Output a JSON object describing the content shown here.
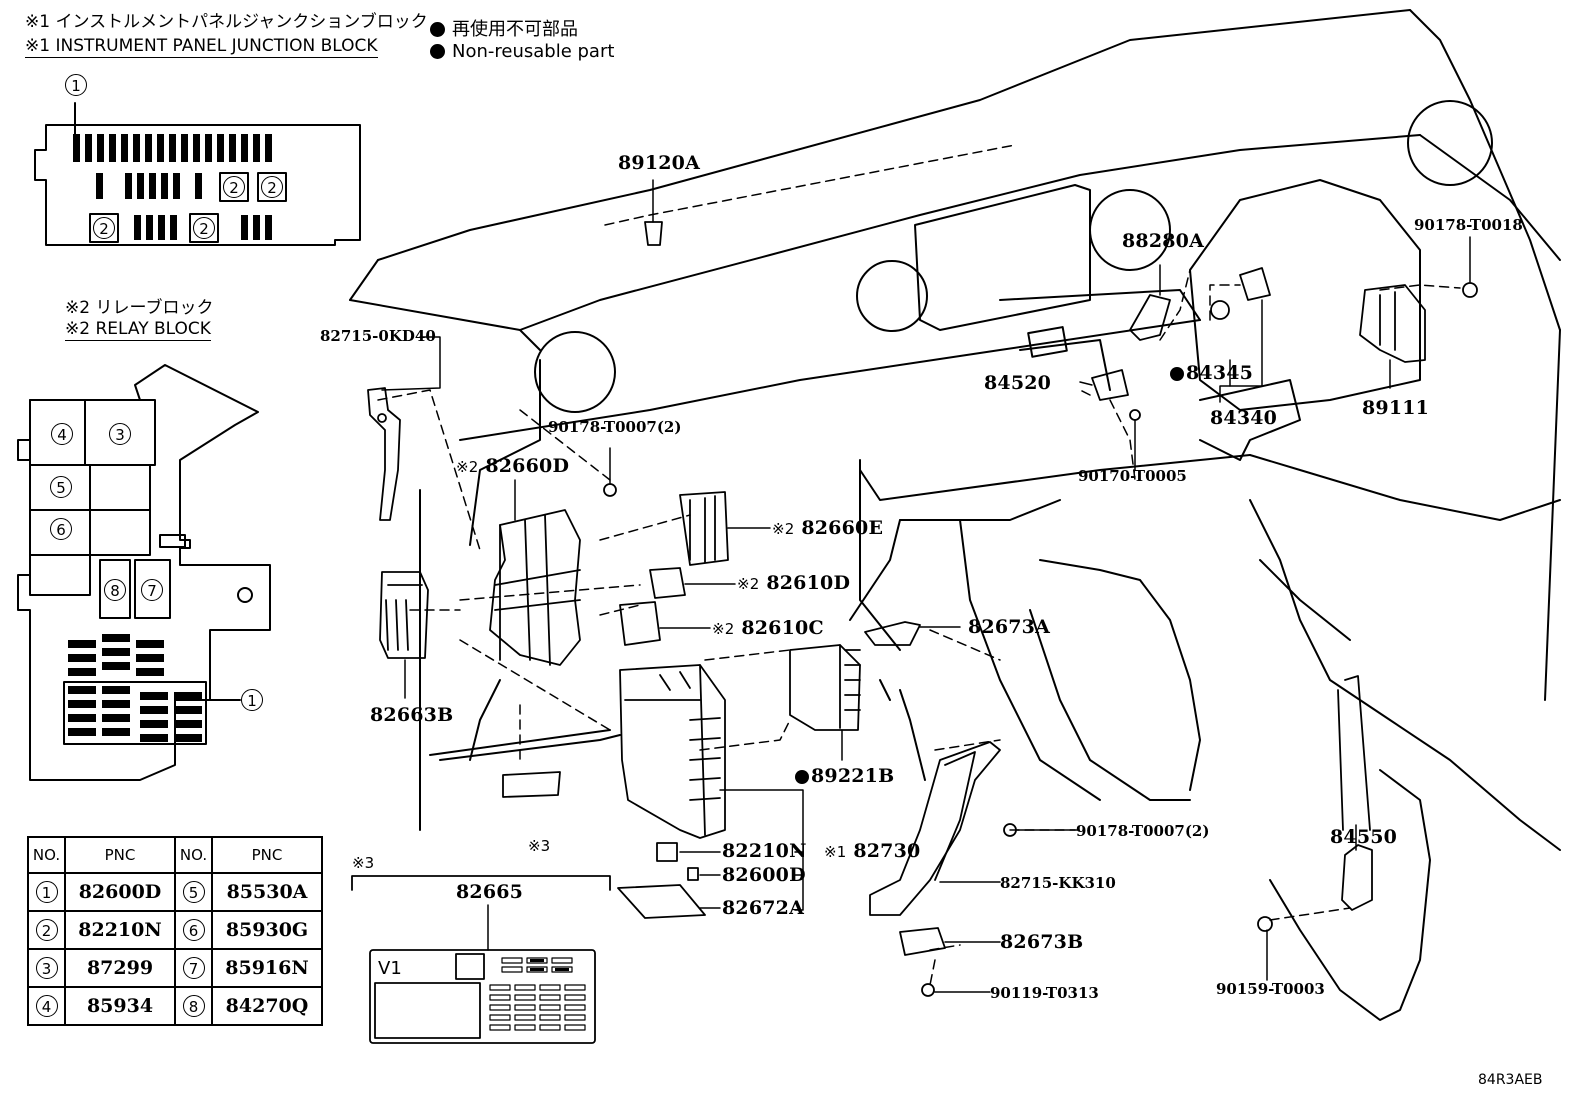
{
  "header": {
    "jp_title": "※1 インストルメントパネルジャンクションブロック",
    "en_title": "※1 INSTRUMENT PANEL JUNCTION BLOCK",
    "legend_jp": "再使用不可部品",
    "legend_en": "Non-reusable part"
  },
  "relay_block": {
    "jp_title": "※2 リレーブロック",
    "en_title": "※2 RELAY BLOCK"
  },
  "junction_markers": [
    "1",
    "2",
    "2",
    "2",
    "2"
  ],
  "relay_markers": [
    "4",
    "3",
    "5",
    "6",
    "8",
    "7",
    "1"
  ],
  "parts": {
    "p89120A": "89120A",
    "p82715_0KD40": "82715-0KD40",
    "p90178_T0007_a": "90178-T0007(2)",
    "p82660D": "82660D",
    "p82660E": "82660E",
    "p82610D": "82610D",
    "p82610C": "82610C",
    "p82663B": "82663B",
    "p82673A": "82673A",
    "p89221B": "89221B",
    "p82210N": "82210N",
    "p82730": "82730",
    "p82600D": "82600D",
    "p82672A": "82672A",
    "p88280A": "88280A",
    "p84520": "84520",
    "p84345": "84345",
    "p84340": "84340",
    "p90170_T0005": "90170-T0005",
    "p90178_T0018": "90178-T0018",
    "p89111": "89111",
    "p90178_T0007_b": "90178-T0007(2)",
    "p82715_KK310": "82715-KK310",
    "p82673B": "82673B",
    "p90119_T0313": "90119-T0313",
    "p84550": "84550",
    "p90159_T0003": "90159-T0003",
    "p82665": "82665",
    "ref1": "※1",
    "ref2": "※2",
    "ref3": "※3"
  },
  "label_card": {
    "code": "V1"
  },
  "pnc_table": {
    "headers": [
      "NO.",
      "PNC",
      "NO.",
      "PNC"
    ],
    "rows": [
      [
        "1",
        "82600D",
        "5",
        "85530A"
      ],
      [
        "2",
        "82210N",
        "6",
        "85930G"
      ],
      [
        "3",
        "87299",
        "7",
        "85916N"
      ],
      [
        "4",
        "85934",
        "8",
        "84270Q"
      ]
    ]
  },
  "diagram_code": "84R3AEB"
}
